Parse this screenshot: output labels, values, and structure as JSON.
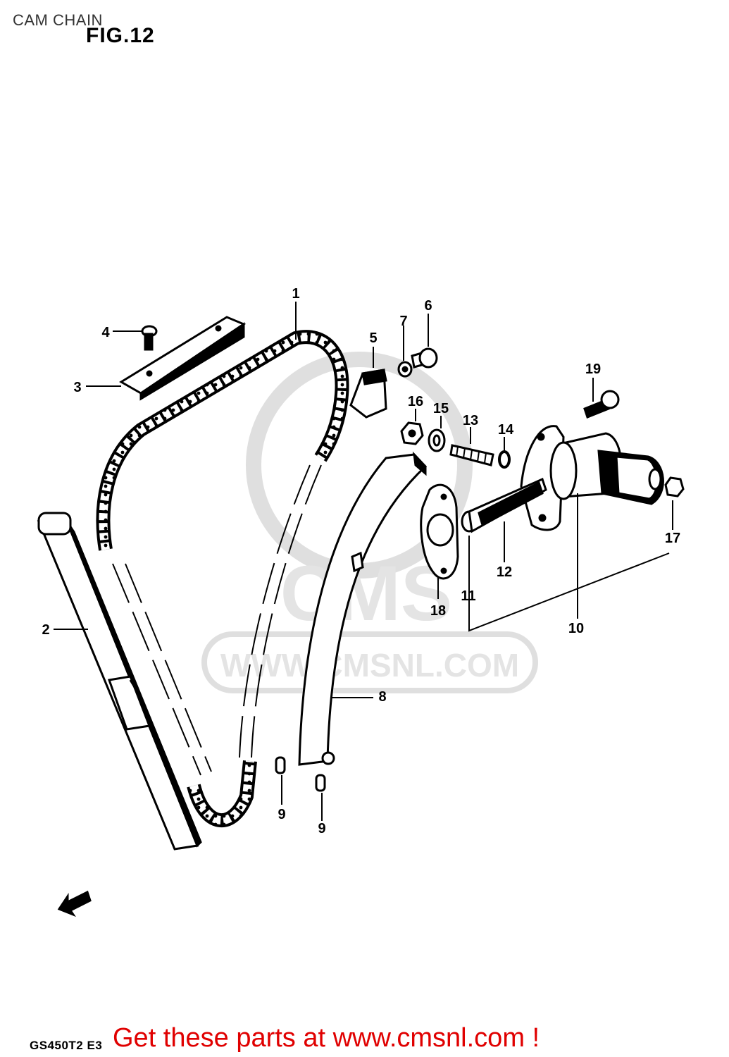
{
  "header": {
    "title": "CAM CHAIN",
    "figure": "FIG.12"
  },
  "footer": {
    "model_code": "GS450T2 E3",
    "promo": "Get these parts at www.cmsnl.com !"
  },
  "watermark": {
    "brand": "CMS",
    "url": "WWW.CMSNL.COM"
  },
  "callouts": [
    {
      "label": "1"
    },
    {
      "label": "2"
    },
    {
      "label": "3"
    },
    {
      "label": "4"
    },
    {
      "label": "5"
    },
    {
      "label": "6"
    },
    {
      "label": "7"
    },
    {
      "label": "8"
    },
    {
      "label": "9"
    },
    {
      "label": "9"
    },
    {
      "label": "10"
    },
    {
      "label": "11"
    },
    {
      "label": "12"
    },
    {
      "label": "13"
    },
    {
      "label": "14"
    },
    {
      "label": "15"
    },
    {
      "label": "16"
    },
    {
      "label": "17"
    },
    {
      "label": "18"
    },
    {
      "label": "19"
    }
  ],
  "colors": {
    "ink": "#000000",
    "promo": "#e00000",
    "watermark": "#d9d9d9"
  }
}
